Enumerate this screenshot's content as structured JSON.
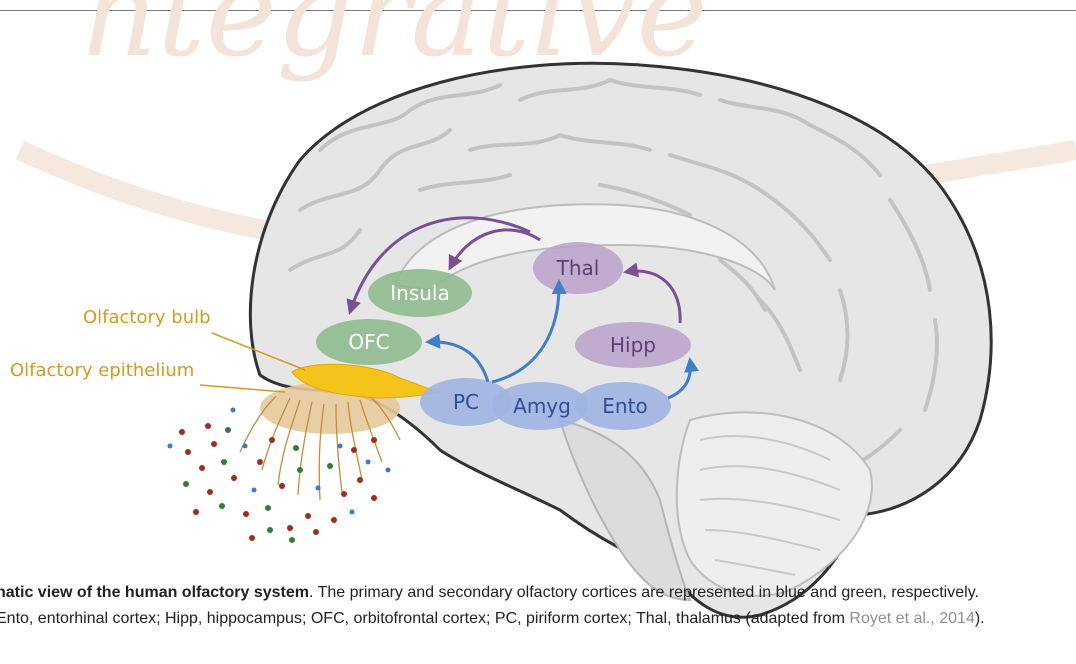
{
  "watermark": {
    "text": "ntegrative",
    "color": "#efd9cc"
  },
  "labels": {
    "olfactory_bulb": "Olfactory bulb",
    "olfactory_epithelium": "Olfactory epithelium"
  },
  "regions": {
    "thal": {
      "label": "Thal",
      "group": "thalamus",
      "color": "#b9a1c9",
      "text_color": "#5e3f73"
    },
    "insula": {
      "label": "Insula",
      "group": "secondary",
      "color": "#8ab98a",
      "text_color": "#ffffff"
    },
    "ofc": {
      "label": "OFC",
      "group": "secondary",
      "color": "#8ab98a",
      "text_color": "#ffffff"
    },
    "hipp": {
      "label": "Hipp",
      "group": "thalamus",
      "color": "#b9a1c9",
      "text_color": "#5e3f73"
    },
    "pc": {
      "label": "PC",
      "group": "primary",
      "color": "#9fb4e2",
      "text_color": "#2d4f9a"
    },
    "amyg": {
      "label": "Amyg",
      "group": "primary",
      "color": "#9fb4e2",
      "text_color": "#2d4f9a"
    },
    "ento": {
      "label": "Ento",
      "group": "primary",
      "color": "#9fb4e2",
      "text_color": "#2d4f9a"
    }
  },
  "colors": {
    "purple_arrow": "#7a4f96",
    "blue_arrow": "#3f7fc7",
    "bulb": "#f5c41a",
    "epithelium": "#e6c99a",
    "orange_text": "#d79a1d",
    "odor_red": "#a12d1e",
    "odor_green": "#2f7d3a",
    "odor_blue": "#3d78c9"
  },
  "caption": {
    "line1_bold": "natic view of the human olfactory system",
    "line1_rest": ". The primary and secondary olfactory cortices are represented in blue and green, respectively.",
    "line2_text": "Ento, entorhinal cortex; Hipp, hippocampus; OFC, orbitofrontal cortex; PC, piriform cortex; Thal, thalamus (adapted from ",
    "line2_cite": "Royet et al., 2014",
    "line2_end": ")."
  }
}
